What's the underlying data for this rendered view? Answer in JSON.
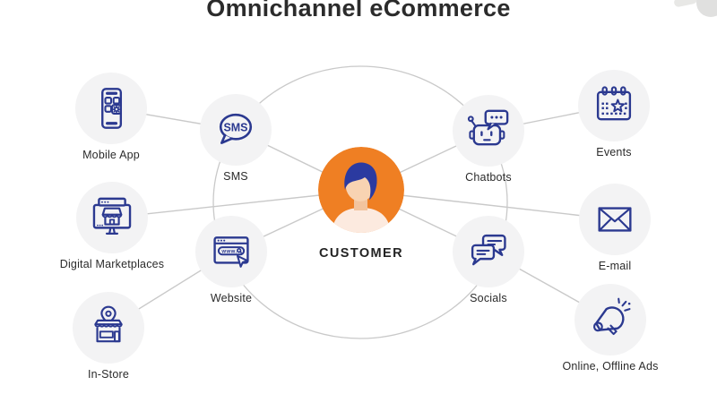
{
  "title": "Omnichannel eCommerce",
  "center": {
    "id": "customer",
    "label": "CUSTOMER",
    "icon": "customer-avatar"
  },
  "nodes": [
    {
      "id": "mobile-app",
      "label": "Mobile App",
      "icon": "smartphone-apps-icon"
    },
    {
      "id": "digital-marketplaces",
      "label": "Digital Marketplaces",
      "icon": "marketplace-monitor-icon"
    },
    {
      "id": "in-store",
      "label": "In-Store",
      "icon": "storefront-pin-icon"
    },
    {
      "id": "sms",
      "label": "SMS",
      "icon": "sms-bubble-icon",
      "icon_text": "SMS"
    },
    {
      "id": "website",
      "label": "Website",
      "icon": "browser-cursor-icon",
      "icon_text": "www."
    },
    {
      "id": "chatbots",
      "label": "Chatbots",
      "icon": "robot-chat-icon"
    },
    {
      "id": "socials",
      "label": "Socials",
      "icon": "chat-bubbles-icon"
    },
    {
      "id": "events",
      "label": "Events",
      "icon": "calendar-star-icon"
    },
    {
      "id": "email",
      "label": "E-mail",
      "icon": "envelope-icon"
    },
    {
      "id": "ads",
      "label": "Online, Offline Ads",
      "icon": "megaphone-icon"
    }
  ],
  "connections": [
    {
      "from": "customer",
      "to": "sms"
    },
    {
      "from": "customer",
      "to": "website"
    },
    {
      "from": "customer",
      "to": "chatbots"
    },
    {
      "from": "customer",
      "to": "socials"
    },
    {
      "from": "customer",
      "to": "email"
    },
    {
      "from": "mobile-app",
      "to": "sms"
    },
    {
      "from": "digital-marketplaces",
      "to": "customer"
    },
    {
      "from": "in-store",
      "to": "website"
    },
    {
      "from": "events",
      "to": "chatbots"
    },
    {
      "from": "ads",
      "to": "socials"
    }
  ],
  "orbit_ring_through": [
    "sms",
    "website",
    "chatbots",
    "socials"
  ],
  "colors": {
    "orange": "#EF7F23",
    "navy": "#2B3990",
    "nodebg": "#F3F3F4",
    "line": "#C9C9C9",
    "text": "#2B2B2B",
    "hair": "#2B3AA0",
    "skin": "#F8D3B2",
    "shirt": "#FCEADF",
    "neck": "#F2C49E"
  }
}
